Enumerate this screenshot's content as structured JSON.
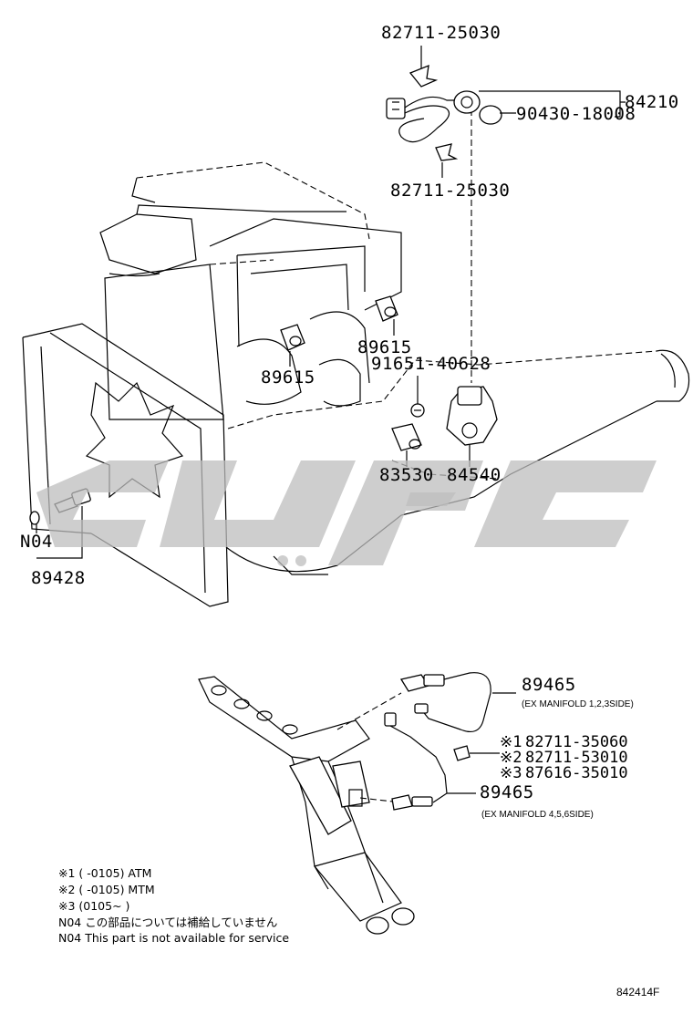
{
  "parts": {
    "clamp_top": "82711-25030",
    "clamp_bottom": "82711-25030",
    "grommet": "90430-18008",
    "throttle_assy": "84210",
    "switch_left": "89615",
    "switch_right": "89615",
    "bolt": "91651-40628",
    "sensor_small": "83530",
    "throttle_sensor": "84540",
    "n04_label": "N04",
    "temp_sensor": "89428",
    "o2_upper": "89465",
    "o2_upper_note": "(EX MANIFOLD 1,2,3SIDE)",
    "opt1_mark": "※1",
    "opt1": "82711-35060",
    "opt2_mark": "※2",
    "opt2": "82711-53010",
    "opt3_mark": "※3",
    "opt3": "87616-35010",
    "o2_lower": "89465",
    "o2_lower_note": "(EX MANIFOLD 4,5,6SIDE)"
  },
  "notes": [
    "※1 (      -0105) ATM",
    "※2 (      -0105) MTM",
    "※3 (0105~       )",
    "N04 この部品については補給していません",
    "N04 This part is not available for service"
  ],
  "diagram_code": "842414F"
}
